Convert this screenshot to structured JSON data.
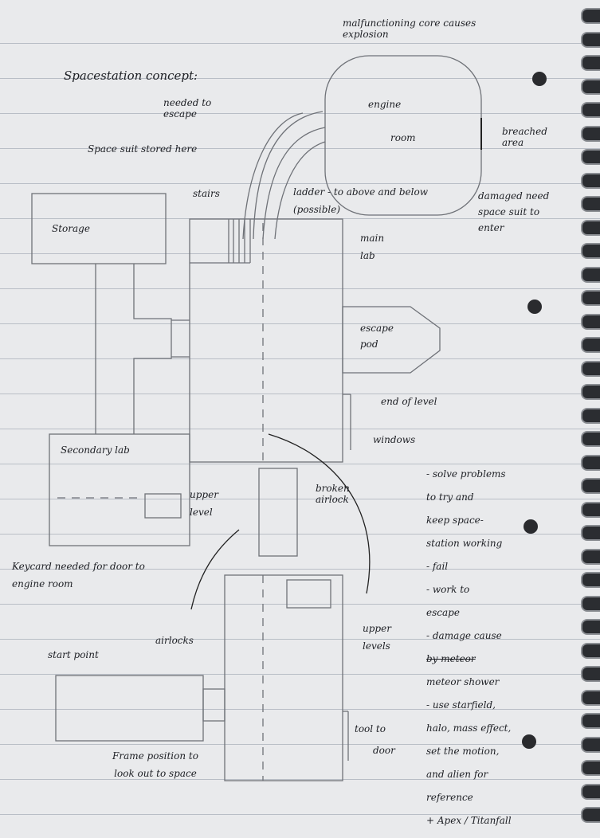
{
  "title": "Spacestation concept:",
  "engine": {
    "annotation": "malfunctioning core causes explosion",
    "label_1": "engine",
    "label_2": "room",
    "breached": "breached area",
    "damaged": "damaged need space suit to enter"
  },
  "ladder": "ladder - to above and below (possible)",
  "needed_to_escape": "needed to escape",
  "space_suit": "Space suit stored here",
  "stairs": "stairs",
  "storage": "Storage",
  "main_lab": "main lab",
  "escape_pod": "escape pod",
  "end_of_level": "end of level",
  "windows": "windows",
  "secondary_lab": "Secondary lab",
  "upper_level": "upper level",
  "broken_airlock": "broken airlock",
  "keycard": "Keycard needed for door to engine room",
  "airlocks": "airlocks",
  "start_point": "start point",
  "upper_levels": "upper levels",
  "tool_1": "tool to",
  "tool_2": "door",
  "frame_position": "Frame position to look out to space",
  "notes": [
    "- solve problems",
    "to try and",
    "keep space-",
    "station working",
    "- fail",
    "- work to",
    "escape",
    "- damage cause",
    "by meteor",
    "meteor shower",
    "- use starfield,",
    "halo, mass effect,",
    "set the motion,",
    "and alien for",
    "reference",
    "+ Apex / Titanfall"
  ]
}
